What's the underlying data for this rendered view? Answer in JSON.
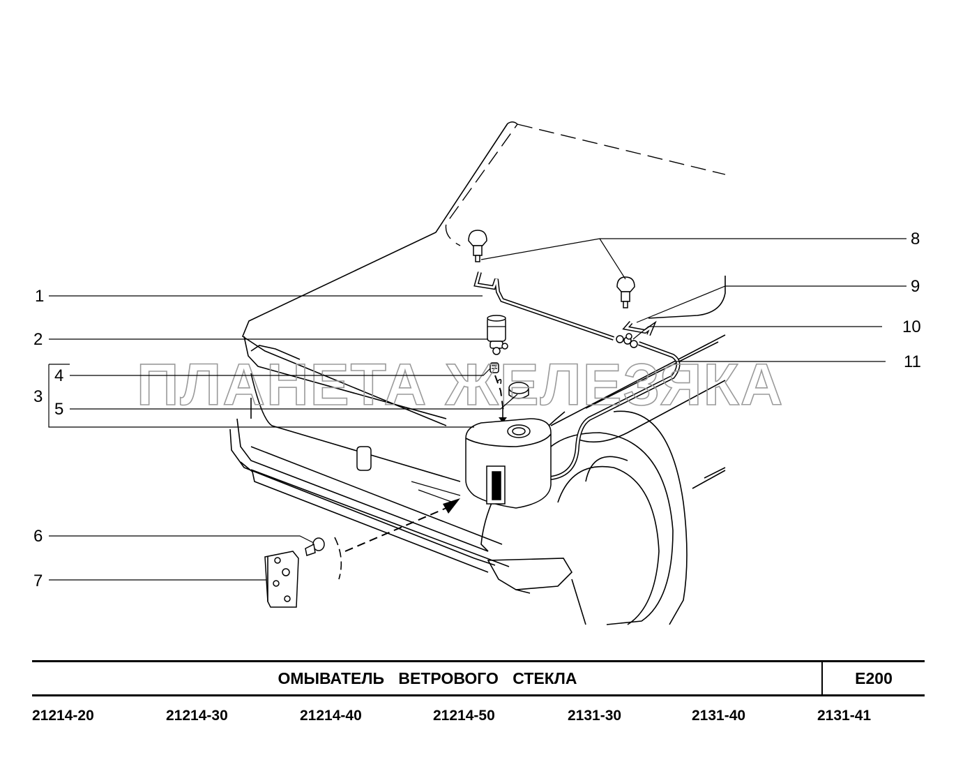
{
  "title": "ОМЫВАТЕЛЬ ВЕТРОВОГО СТЕКЛА",
  "code": "Е200",
  "watermark": "ПЛАНЕТА ЖЕЛЕЗЯКА",
  "callouts": {
    "c1": "1",
    "c2": "2",
    "c3": "3",
    "c4": "4",
    "c5": "5",
    "c6": "6",
    "c7": "7",
    "c8": "8",
    "c9": "9",
    "c10": "10",
    "c11": "11"
  },
  "models": [
    "21214-20",
    "21214-30",
    "21214-40",
    "21214-50",
    "2131-30",
    "2131-40",
    "2131-41"
  ]
}
